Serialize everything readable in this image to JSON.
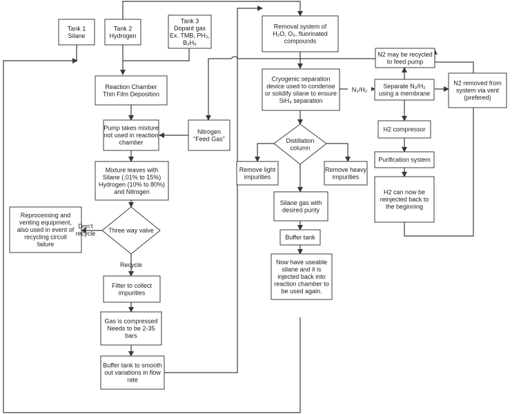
{
  "nodes": {
    "tank1": [
      "Tank 1",
      "Silane"
    ],
    "tank2": [
      "Tank 2",
      "Hydrogen"
    ],
    "tank3": [
      "Tank 3",
      "Dopant gas",
      "Ex. TMB, PH₃,",
      "B₂H₆"
    ],
    "reaction": [
      "Reaction Chamber",
      "Thin Film Deposition"
    ],
    "pump": [
      "Pump takes mixture",
      "not used in reaction",
      "chamber"
    ],
    "nitrogen": [
      "Nitrogen",
      "“Feed Gas”"
    ],
    "mixture": [
      "Mixture leaves with",
      "Silane (.01% to 15%)",
      "Hydrogen (10% to 80%)",
      "and Nitrogen"
    ],
    "valve": [
      "Three way valve"
    ],
    "reprocess": [
      "Reprocessing and",
      "venting equipment,",
      "also used in event of",
      "recycling circuit",
      "failure"
    ],
    "filter": [
      "Filter to collect",
      "impurities"
    ],
    "compress": [
      "Gas is compressed",
      "Needs to be 2-35",
      "bars"
    ],
    "buffer1": [
      "Buffer tank to smooth",
      "out variations in flow",
      "rate"
    ],
    "removal": [
      "Removal system of",
      "H₂O, O₂, fluorinated",
      "compounds"
    ],
    "cryo": [
      "Cryogenic separation",
      "device used to condense",
      "or solidify silane to ensure",
      "SiH₄ separation"
    ],
    "distill": [
      "Distillation",
      "column"
    ],
    "light": [
      "Remove light",
      "impurities"
    ],
    "heavy": [
      "Remove heavy",
      "impurities"
    ],
    "silane_pure": [
      "Silane gas with",
      "desired purity"
    ],
    "buffer2": [
      "Buffer tank"
    ],
    "useable": [
      "Now have useable",
      "silane and it is",
      "injected back into",
      "reaction chamber to",
      "be used again."
    ],
    "n2recycle": [
      "N2 may be recycled",
      "to feed pump"
    ],
    "membrane": [
      "Separate N₂/H₂",
      "using a membrane"
    ],
    "vent": [
      "N2 removed from",
      "system via vent",
      "(prefered)"
    ],
    "h2comp": [
      "H2 compressor"
    ],
    "purif": [
      "Purification system"
    ],
    "reinject": [
      "H2 can now be",
      "reinjected back to",
      "the beginning"
    ]
  },
  "labels": {
    "dont": [
      "Don’t",
      "recycle"
    ],
    "recycle": [
      "Recycle"
    ],
    "n2h2": [
      "N₂/H₂"
    ]
  }
}
